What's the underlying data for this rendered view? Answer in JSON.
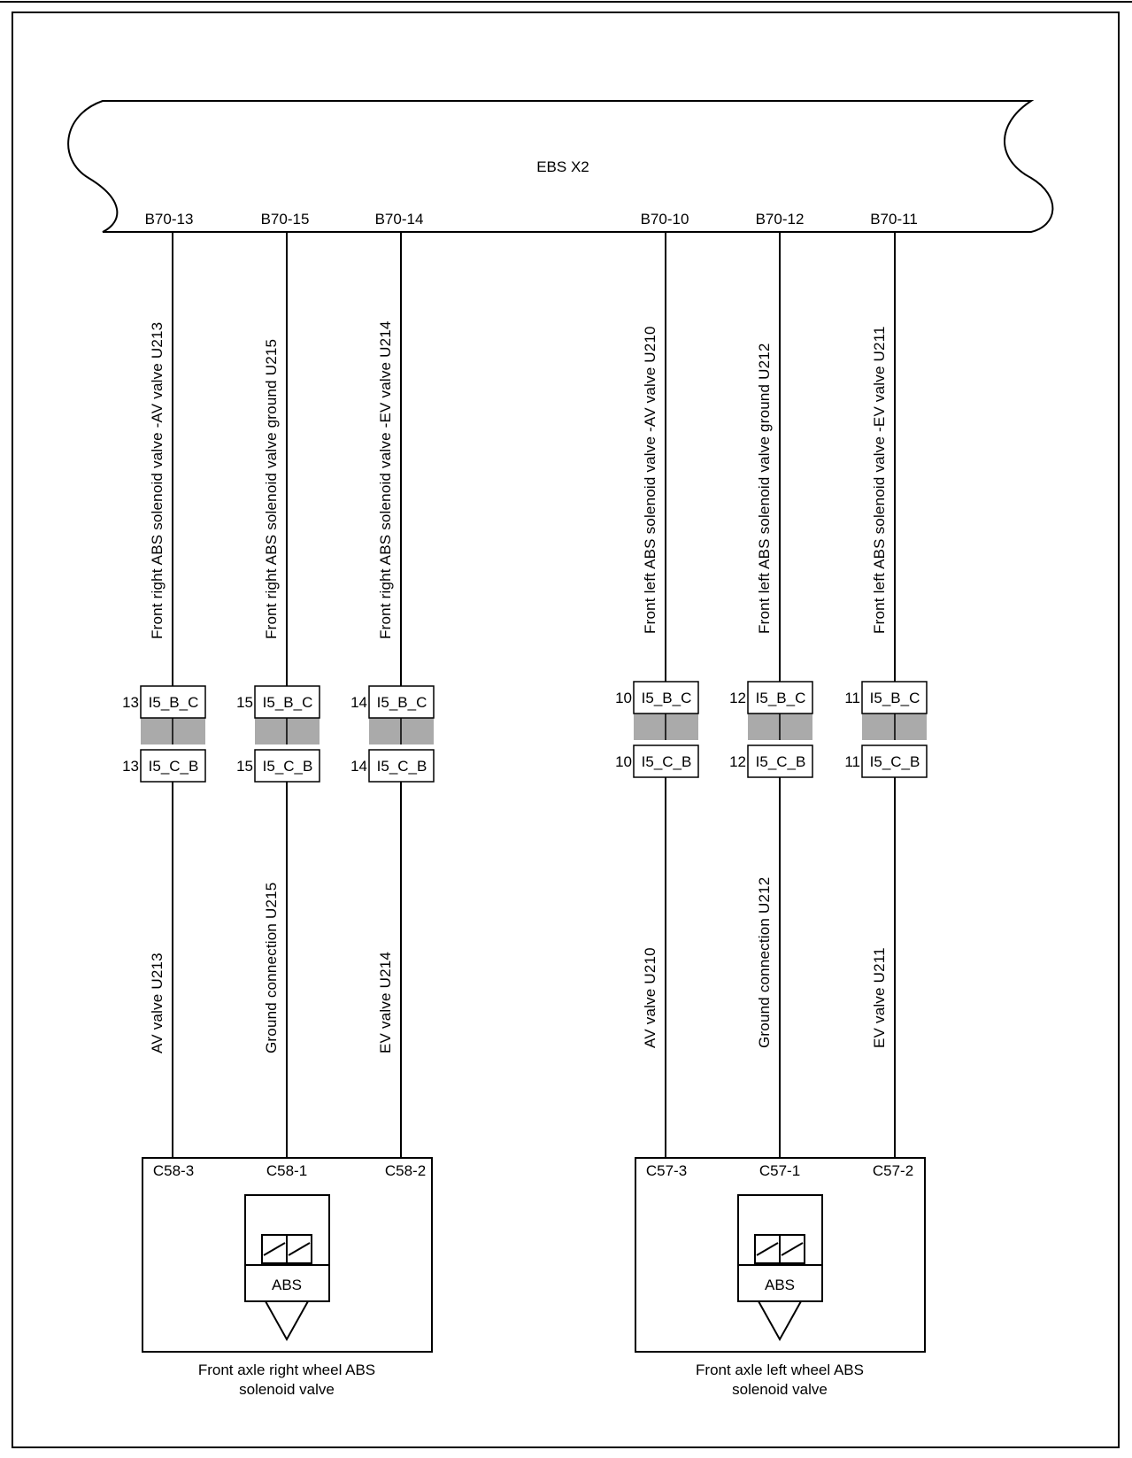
{
  "module": {
    "name": "EBS  X2",
    "pins": [
      "B70-13",
      "B70-15",
      "B70-14",
      "B70-10",
      "B70-12",
      "B70-11"
    ]
  },
  "wires_upper": [
    "Front right ABS solenoid valve -AV valve U213",
    "Front right ABS solenoid valve ground U215",
    "Front right ABS solenoid valve -EV valve U214",
    "Front left ABS solenoid valve -AV valve U210",
    "Front left ABS solenoid valve ground   U212",
    "Front left ABS solenoid valve -EV valve U211"
  ],
  "connectors": [
    {
      "num_top": "13",
      "top": "I5_B_C",
      "num_bottom": "13",
      "bottom": "I5_C_B"
    },
    {
      "num_top": "15",
      "top": "I5_B_C",
      "num_bottom": "15",
      "bottom": "I5_C_B"
    },
    {
      "num_top": "14",
      "top": "I5_B_C",
      "num_bottom": "14",
      "bottom": "I5_C_B"
    },
    {
      "num_top": "10",
      "top": "I5_B_C",
      "num_bottom": "10",
      "bottom": "I5_C_B"
    },
    {
      "num_top": "12",
      "top": "I5_B_C",
      "num_bottom": "12",
      "bottom": "I5_C_B"
    },
    {
      "num_top": "11",
      "top": "I5_B_C",
      "num_bottom": "11",
      "bottom": "I5_C_B"
    }
  ],
  "wires_lower": [
    "AV valve U213",
    "Ground connection U215",
    "EV valve U214",
    "AV valve U210",
    "Ground connection U212",
    "EV valve U211"
  ],
  "valves": [
    {
      "pins": [
        "C58-3",
        "C58-1",
        "C58-2"
      ],
      "symbol": "ABS",
      "caption_line1": "Front  axle  right  wheel  ABS",
      "caption_line2": "solenoid  valve"
    },
    {
      "pins": [
        "C57-3",
        "C57-1",
        "C57-2"
      ],
      "symbol": "ABS",
      "caption_line1": "Front  axle  left  wheel  ABS",
      "caption_line2": "solenoid  valve"
    }
  ],
  "colors": {
    "line": "#000000",
    "coupler_fill": "#aaaaaa",
    "background": "#ffffff"
  }
}
